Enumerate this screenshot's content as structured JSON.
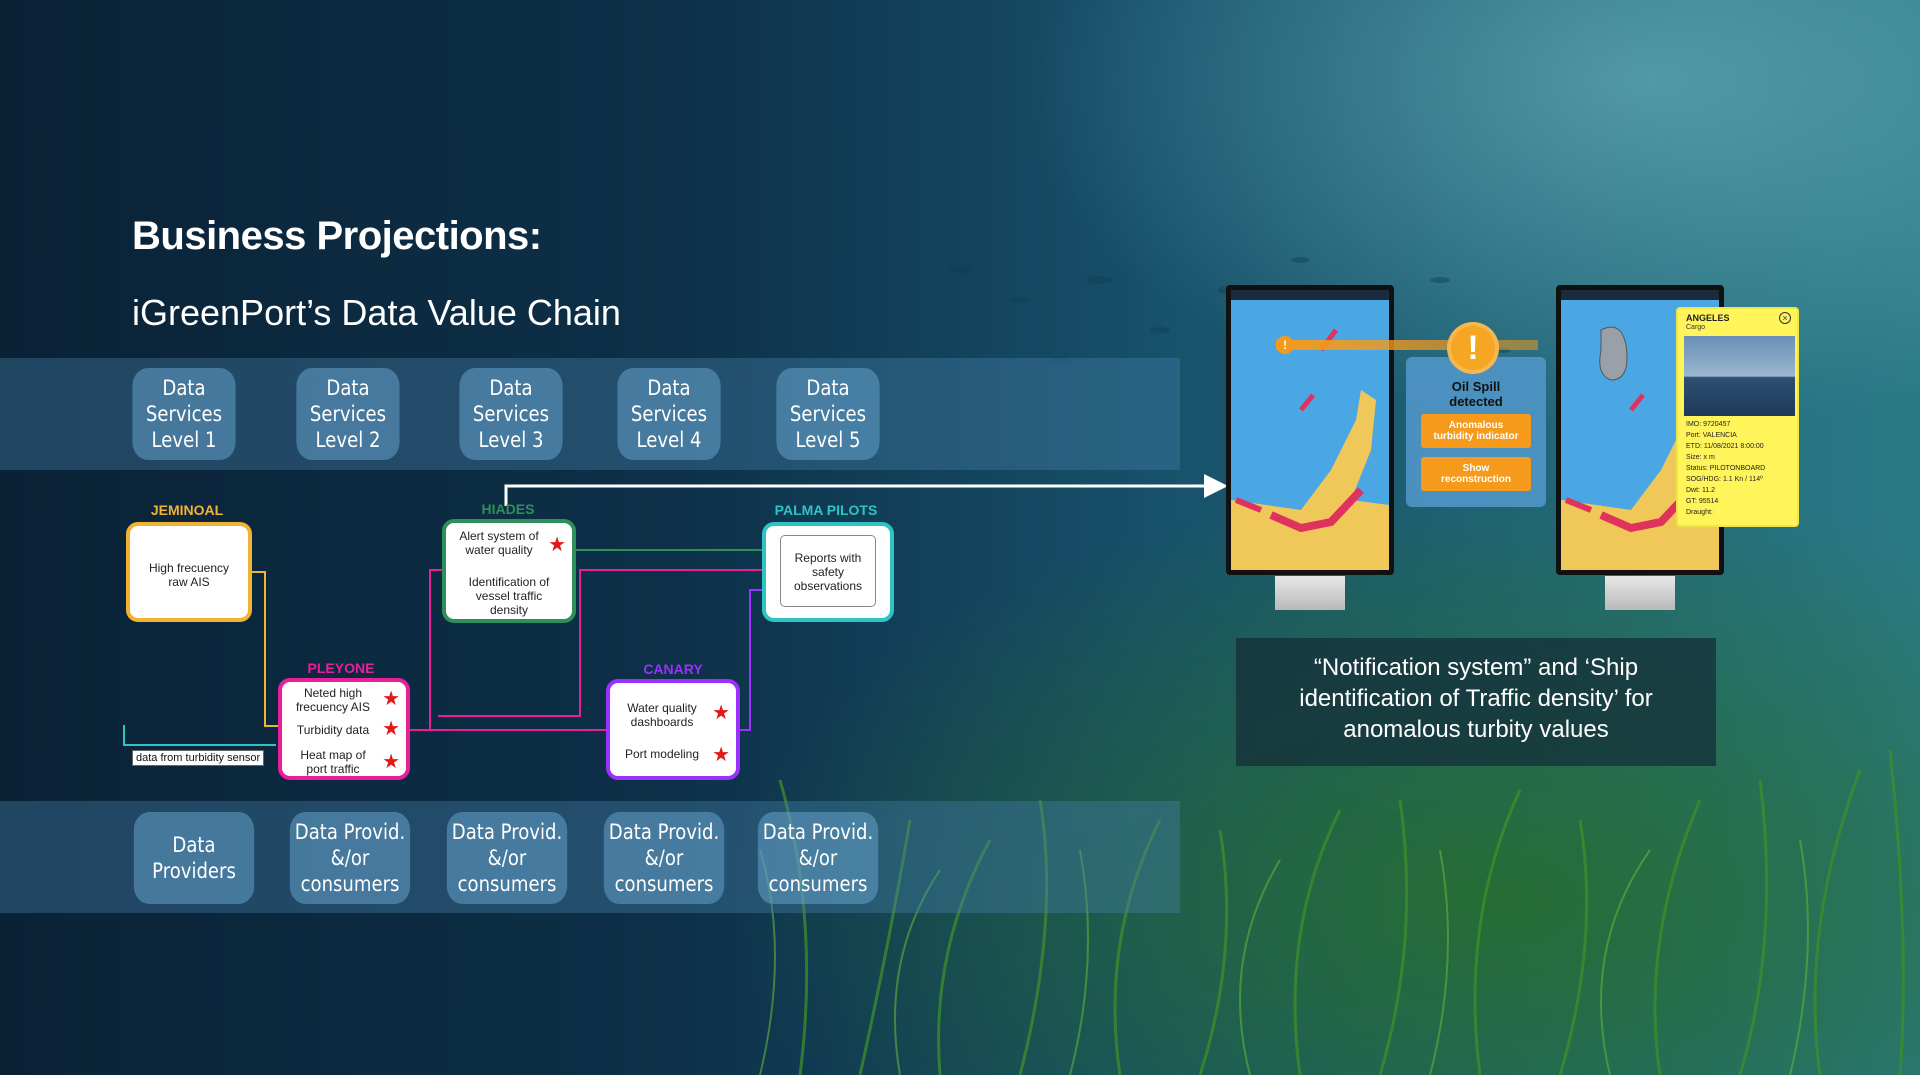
{
  "heading": {
    "title": "Business Projections:",
    "subtitle": "iGreenPort’s Data Value Chain"
  },
  "service_levels": [
    "Data\nServices\nLevel 1",
    "Data\nServices\nLevel 2",
    "Data\nServices\nLevel 3",
    "Data\nServices\nLevel 4",
    "Data\nServices\nLevel 5"
  ],
  "providers": [
    "Data\nProviders",
    "Data Provid.\n&/or\nconsumers",
    "Data Provid.\n&/or\nconsumers",
    "Data Provid.\n&/or\nconsumers",
    "Data Provid.\n&/or\nconsumers"
  ],
  "nodes": {
    "jeminoal": {
      "title": "JEMINOAL",
      "color": "#f2b233",
      "items": [
        "High frecuency\nraw AIS"
      ]
    },
    "pleyone": {
      "title": "PLEYONE",
      "color": "#e81e9a",
      "items": [
        "Neted high\nfrecuency AIS",
        "Turbidity data",
        "Heat map of\nport traffic"
      ]
    },
    "hiades": {
      "title": "HIADES",
      "color": "#2f8f5a",
      "items": [
        "Alert system of\nwater quality",
        "Identification of\nvessel traffic\ndensity"
      ]
    },
    "canary": {
      "title": "CANARY",
      "color": "#9b30ff",
      "items": [
        "Water quality\ndashboards",
        "Port modeling"
      ]
    },
    "palma": {
      "title": "PALMA PILOTS",
      "color": "#2ec4c4",
      "items": [
        "Reports with\nsafety\nobservations"
      ]
    }
  },
  "sensor_label": "data from turbidity sensor",
  "app": {
    "oil_spill": "Oil Spill\ndetected",
    "btn_anomalous": "Anomalous\nturbidity indicator",
    "btn_show": "Show\nreconstruction",
    "warning_symbol": "!",
    "card": {
      "name": "ANGELES",
      "type": "Cargo",
      "details": [
        "IMO: 9720457",
        "Port: VALENCIA",
        "ETD: 11/08/2021 8:00:00",
        "Size: x m",
        "Status: PILOTONBOARD",
        "SOG/HDG: 1.1 Kn / 114º",
        "Dwt: 11.2",
        "GT: 95514",
        "Draught:"
      ]
    }
  },
  "caption": "“Notification system” and ‘Ship\nidentification of Traffic density’ for\nanomalous turbity values",
  "colors": {
    "band": "#4682aa",
    "pill": "#64a0c8",
    "star": "#e01a1a",
    "orange": "#f59a1a",
    "card": "#fff45a"
  }
}
